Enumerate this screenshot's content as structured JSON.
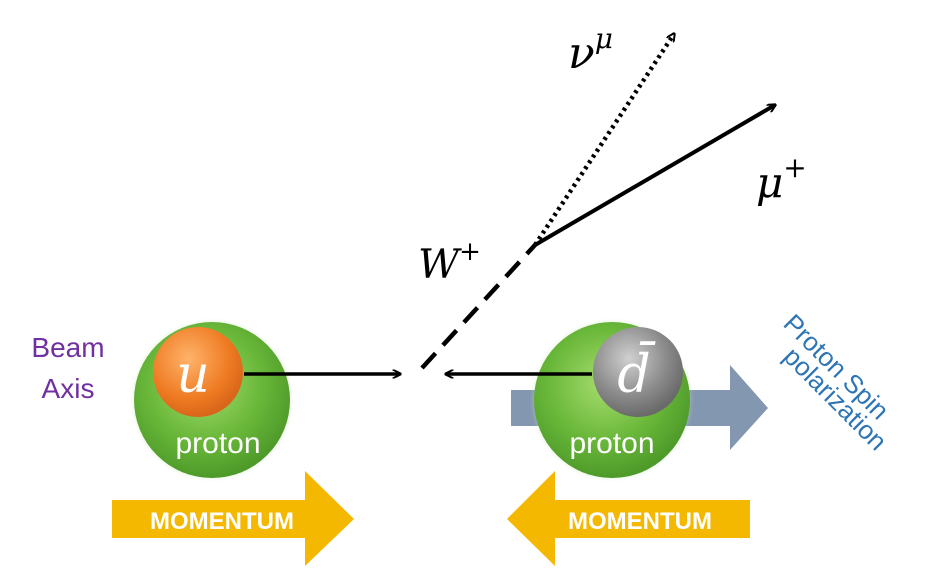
{
  "beam_axis": {
    "line1": "Beam",
    "line2": "Axis"
  },
  "left_proton": {
    "quark": "u",
    "label": "proton",
    "momentum": "MOMENTUM"
  },
  "right_proton": {
    "quark": "d̄",
    "label": "proton",
    "momentum": "MOMENTUM"
  },
  "boson": {
    "base": "W",
    "sup": "+"
  },
  "neutrino": {
    "base": "ν",
    "sup": "μ"
  },
  "muon": {
    "base": "μ",
    "sup": "+"
  },
  "spin": {
    "line1": "Proton Spin",
    "line2": "polarization"
  },
  "colors": {
    "beam_text": "#7030a0",
    "spin_text": "#2e75b6",
    "momentum_arrow": "#f5b800",
    "proton_green": "#6ab83a",
    "u_quark": "#ee7a22",
    "d_quark": "#8a8a8a",
    "spin_arrow": "#8497b0"
  }
}
